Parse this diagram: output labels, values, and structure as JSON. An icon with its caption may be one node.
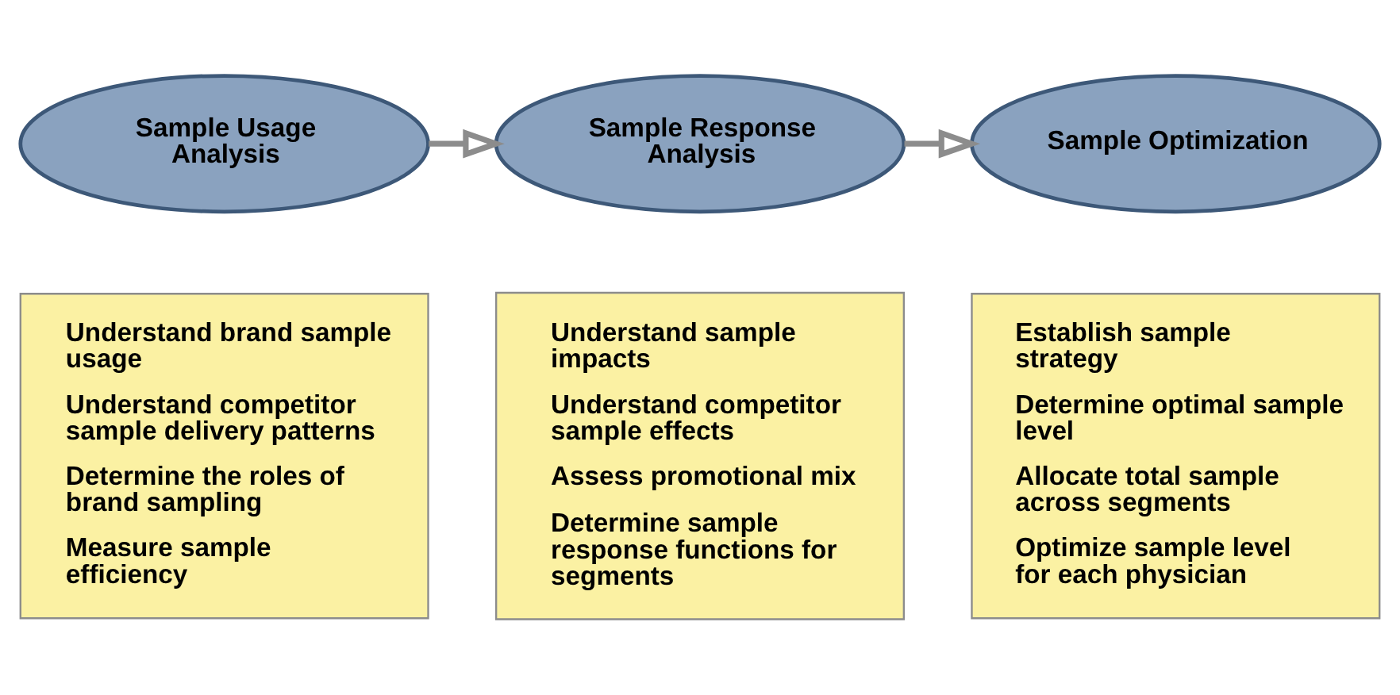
{
  "diagram": {
    "nodes": [
      {
        "text": [
          "Sample Usage Analysis"
        ]
      },
      {
        "text": [
          "Sample Response Analysis"
        ]
      },
      {
        "text": [
          "Sample Optimization"
        ]
      },
      {
        "text": [
          "Understand brand sample usage",
          "Understand competitor sample delivery patterns",
          "Determine the roles of brand sampling",
          "Measure sample efficiency"
        ]
      },
      {
        "text": [
          "Understand sample impacts",
          "Understand competitor sample effects",
          "Assess promotional mix",
          "Determine sample response functions for segments"
        ]
      },
      {
        "text": [
          "Establish sample strategy",
          "Determine optimal sample level",
          "Allocate total sample across segments",
          "Optimize sample level for each physician"
        ]
      }
    ],
    "edges": [
      {
        "from": 0,
        "to": 1,
        "arrow": "to"
      },
      {
        "from": 1,
        "to": 2,
        "arrow": "to"
      }
    ]
  }
}
